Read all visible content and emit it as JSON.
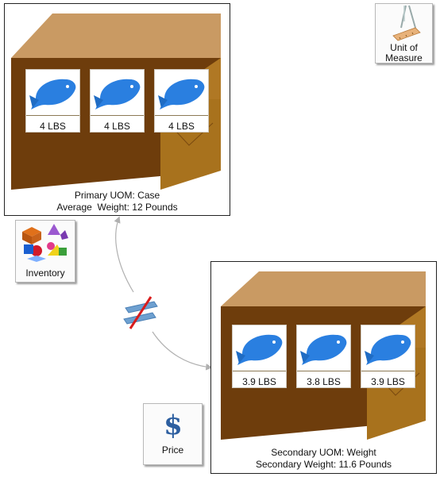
{
  "primary": {
    "uom_label": "Primary UOM: Case",
    "weight_label": "Average  Weight: 12 Pounds",
    "fish": [
      "4 LBS",
      "4 LBS",
      "4 LBS"
    ]
  },
  "secondary": {
    "uom_label": "Secondary UOM: Weight",
    "weight_label": "Secondary Weight: 11.6 Pounds",
    "fish": [
      "3.9 LBS",
      "3.8 LBS",
      "3.9 LBS"
    ]
  },
  "tiles": {
    "uom": "Unit of Measure",
    "inventory": "Inventory",
    "price": "Price"
  },
  "icons": {
    "fish": "fish-icon",
    "not_equal": "not-equal-icon",
    "dollar": "dollar-icon"
  },
  "colors": {
    "box_top": "#c99a63",
    "box_front": "#6e3d0c",
    "box_side": "#a8721d",
    "fish": "#2a7fe0",
    "not_equal_bar": "#6ea0d0",
    "not_equal_slash": "#d91c1c"
  }
}
